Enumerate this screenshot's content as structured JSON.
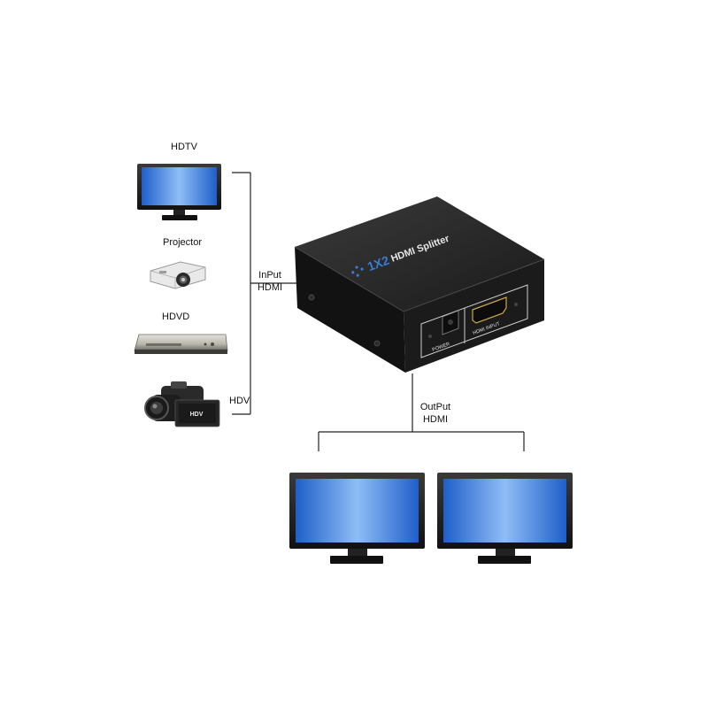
{
  "inputs": {
    "hdtv_label": "HDTV",
    "projector_label": "Projector",
    "hdvd_label": "HDVD",
    "hdv_label": "HDV"
  },
  "input_connection": {
    "line1": "InPut",
    "line2": "HDMI"
  },
  "splitter": {
    "model_label": "1X2",
    "product_label": "HDMI Splitter",
    "power_port_label": "POWER",
    "hdmi_port_label": "HDMI INPUT"
  },
  "output_connection": {
    "line1": "OutPut",
    "line2": "HDMI"
  },
  "camcorder_badge": "HDV",
  "colors": {
    "screen_blue": "#2f6fd6",
    "screen_light": "#8fbdf5",
    "device_black": "#1c1c1c",
    "splitter_text_blue": "#3a7bd5"
  }
}
